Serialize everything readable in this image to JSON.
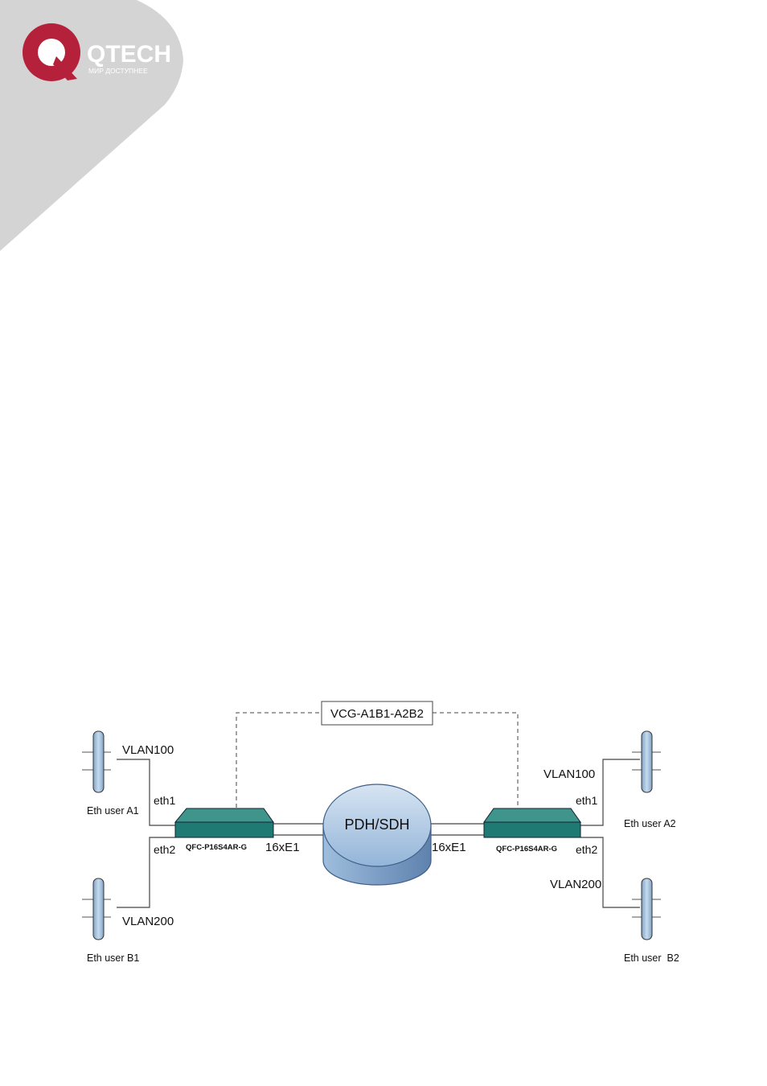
{
  "header": {
    "logo": {
      "brand": "QTECH",
      "tagline": "МИР ДОСТУПНЕЕ",
      "icon": "q-ring-logo-icon"
    },
    "colors": {
      "corner": "#d4d4d4",
      "brand_red": "#b5213a",
      "brand_text": "#ffffff"
    }
  },
  "diagram": {
    "vcg_label": "VCG-A1B1-A2B2",
    "network_label": "PDH/SDH",
    "left_device": {
      "model": "QFC-P16S4AR-G",
      "uplink": "16xE1",
      "port1": "eth1",
      "port2": "eth2"
    },
    "right_device": {
      "model": "QFC-P16S4AR-G",
      "uplink": "16xE1",
      "port1": "eth1",
      "port2": "eth2"
    },
    "users": {
      "a1": {
        "label": "Eth user A1",
        "vlan": "VLAN100"
      },
      "b1": {
        "label": "Eth user B1",
        "vlan": "VLAN200"
      },
      "a2": {
        "label": "Eth user A2",
        "vlan": "VLAN100"
      },
      "b2": {
        "label": "Eth user  B2",
        "vlan": "VLAN200"
      }
    },
    "colors": {
      "device": "#1f7a74",
      "cloud": "#9fbedd",
      "pole": "#a8c6e4",
      "line": "#444444"
    }
  }
}
